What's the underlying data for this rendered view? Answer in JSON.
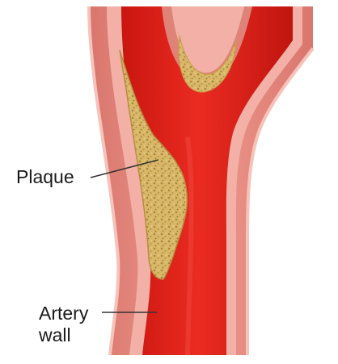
{
  "labels": {
    "plaque": "Plaque",
    "artery_wall_line1": "Artery",
    "artery_wall_line2": "wall"
  },
  "colors": {
    "outer_wall": "#df8278",
    "wall_layer": "#f0ada3",
    "lumen": "#e3231d",
    "lumen_shadow": "#b4140f",
    "plaque": "#d6b665",
    "plaque_speckle": "#a6843a",
    "leader_line": "#333333"
  }
}
